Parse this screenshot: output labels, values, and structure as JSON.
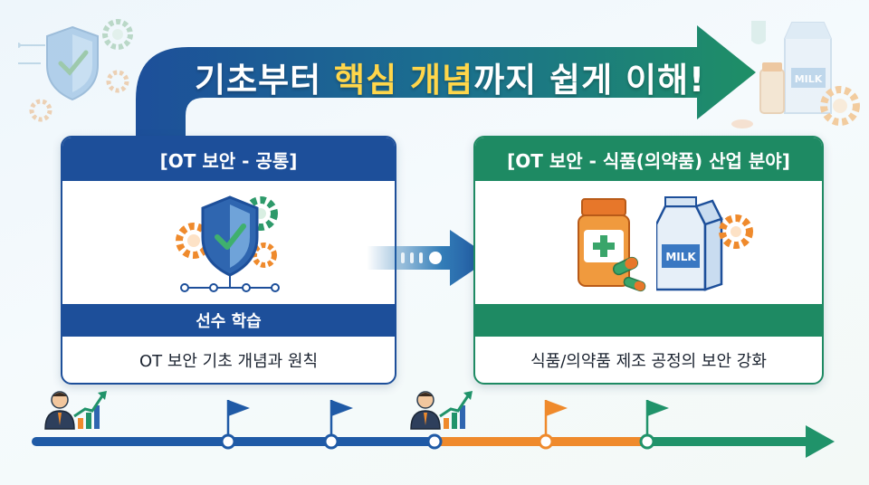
{
  "banner": {
    "title_part1": "기초부터 ",
    "title_highlight1": "핵심 개념",
    "title_part2": "까지 쉽게 이해!"
  },
  "left_card": {
    "header": "[OT 보안 - 공통]",
    "band": "선수 학습",
    "body": "OT 보안 기초 개념과 원칙"
  },
  "right_card": {
    "header": "[OT 보안 - 식품(의약품) 산업 분야]",
    "band": "",
    "body": "식품/의약품 제조 공정의 보안 강화"
  },
  "milk_label": "MILK",
  "icons": {
    "top_left": "shield-gear-icon",
    "top_right": "milk-gear-icon",
    "left_card": "shield-check-gear-icon",
    "right_card_bottle": "medicine-bottle-icon",
    "right_card_milk": "milk-carton-icon",
    "timeline_person": "person-growth-chart-icon",
    "timeline_flag": "flag-icon"
  },
  "colors": {
    "primary_blue": "#1d4f9a",
    "primary_green": "#1e8a63",
    "highlight_yellow": "#ffd64a",
    "timeline_orange": "#ef8a2c",
    "timeline_blue": "#1f5aa6",
    "timeline_green": "#20936a"
  }
}
